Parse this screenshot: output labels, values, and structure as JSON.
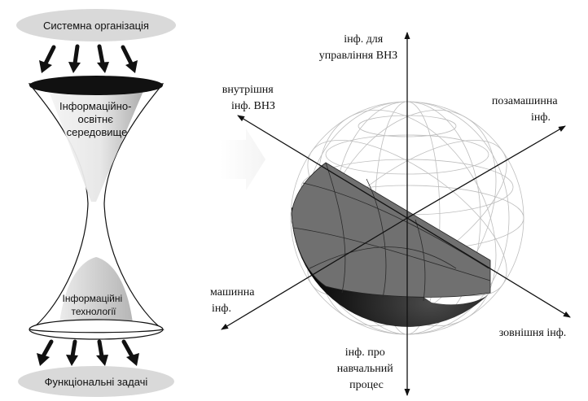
{
  "left_diagram": {
    "top_ellipse_label": "Системна організація",
    "bottom_ellipse_label": "Функціональні задачі",
    "upper_cone_label": [
      "Інформаційно-",
      "освітнє",
      "середовище"
    ],
    "lower_cone_label": [
      "Інформаційні",
      "технології"
    ]
  },
  "sphere_diagram": {
    "axes": {
      "top": [
        "інф. для",
        "управління ВНЗ"
      ],
      "upper_left": [
        "внутрішня",
        "інф. ВНЗ"
      ],
      "upper_right": [
        "позамашинна",
        "інф."
      ],
      "lower_left": [
        "машинна",
        "інф."
      ],
      "lower_right": [
        "зовнішня інф."
      ],
      "bottom": [
        "інф. про",
        "навчальний",
        "процес"
      ]
    }
  },
  "colors": {
    "ellipse_fill": "#d9d9d9",
    "hemisphere_dark": "#111111",
    "cross_section": "#6b6b6b",
    "wire": "#b8b8b8",
    "ink": "#111111"
  }
}
